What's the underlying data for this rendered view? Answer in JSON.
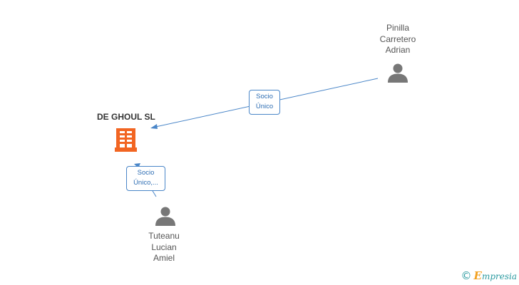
{
  "nodes": {
    "company": {
      "name": "DE GHOUL SL",
      "icon": "building-icon",
      "color": "#f26522"
    },
    "person_top": {
      "name_lines": [
        "Pinilla",
        "Carretero",
        "Adrian"
      ],
      "icon": "person-icon",
      "color": "#777777"
    },
    "person_bottom": {
      "name_lines": [
        "Tuteanu",
        "Lucian",
        "Amiel"
      ],
      "icon": "person-icon",
      "color": "#777777"
    }
  },
  "edges": [
    {
      "from": "person_top",
      "to": "company",
      "label_lines": [
        "Socio",
        "Único"
      ]
    },
    {
      "from": "person_bottom",
      "to": "company",
      "label_lines": [
        "Socio",
        "Único,..."
      ]
    }
  ],
  "colors": {
    "edge": "#4a86c8",
    "edge_label_text": "#2d6db3"
  },
  "watermark": {
    "copyright_symbol": "©",
    "brand_first_letter": "E",
    "brand_rest": "mpresia"
  }
}
